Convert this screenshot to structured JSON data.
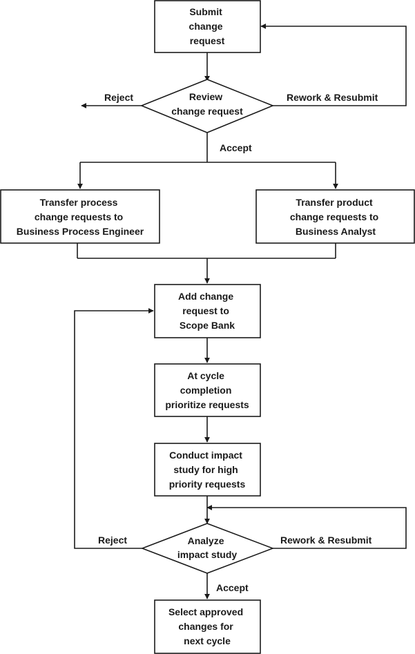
{
  "nodes": {
    "submit": [
      "Submit",
      "change",
      "request"
    ],
    "review": [
      "Review",
      "change request"
    ],
    "transfer_process": [
      "Transfer process",
      "change requests to",
      "Business Process Engineer"
    ],
    "transfer_product": [
      "Transfer product",
      "change requests to",
      "Business Analyst"
    ],
    "add_scope": [
      "Add change",
      "request to",
      "Scope Bank"
    ],
    "prioritize": [
      "At cycle",
      "completion",
      "prioritize requests"
    ],
    "impact_study": [
      "Conduct impact",
      "study for high",
      "priority requests"
    ],
    "analyze": [
      "Analyze",
      "impact study"
    ],
    "select": [
      "Select approved",
      "changes for",
      "next cycle"
    ]
  },
  "labels": {
    "review_reject": "Reject",
    "review_rework": "Rework & Resubmit",
    "review_accept": "Accept",
    "analyze_reject": "Reject",
    "analyze_rework": "Rework & Resubmit",
    "analyze_accept": "Accept"
  }
}
